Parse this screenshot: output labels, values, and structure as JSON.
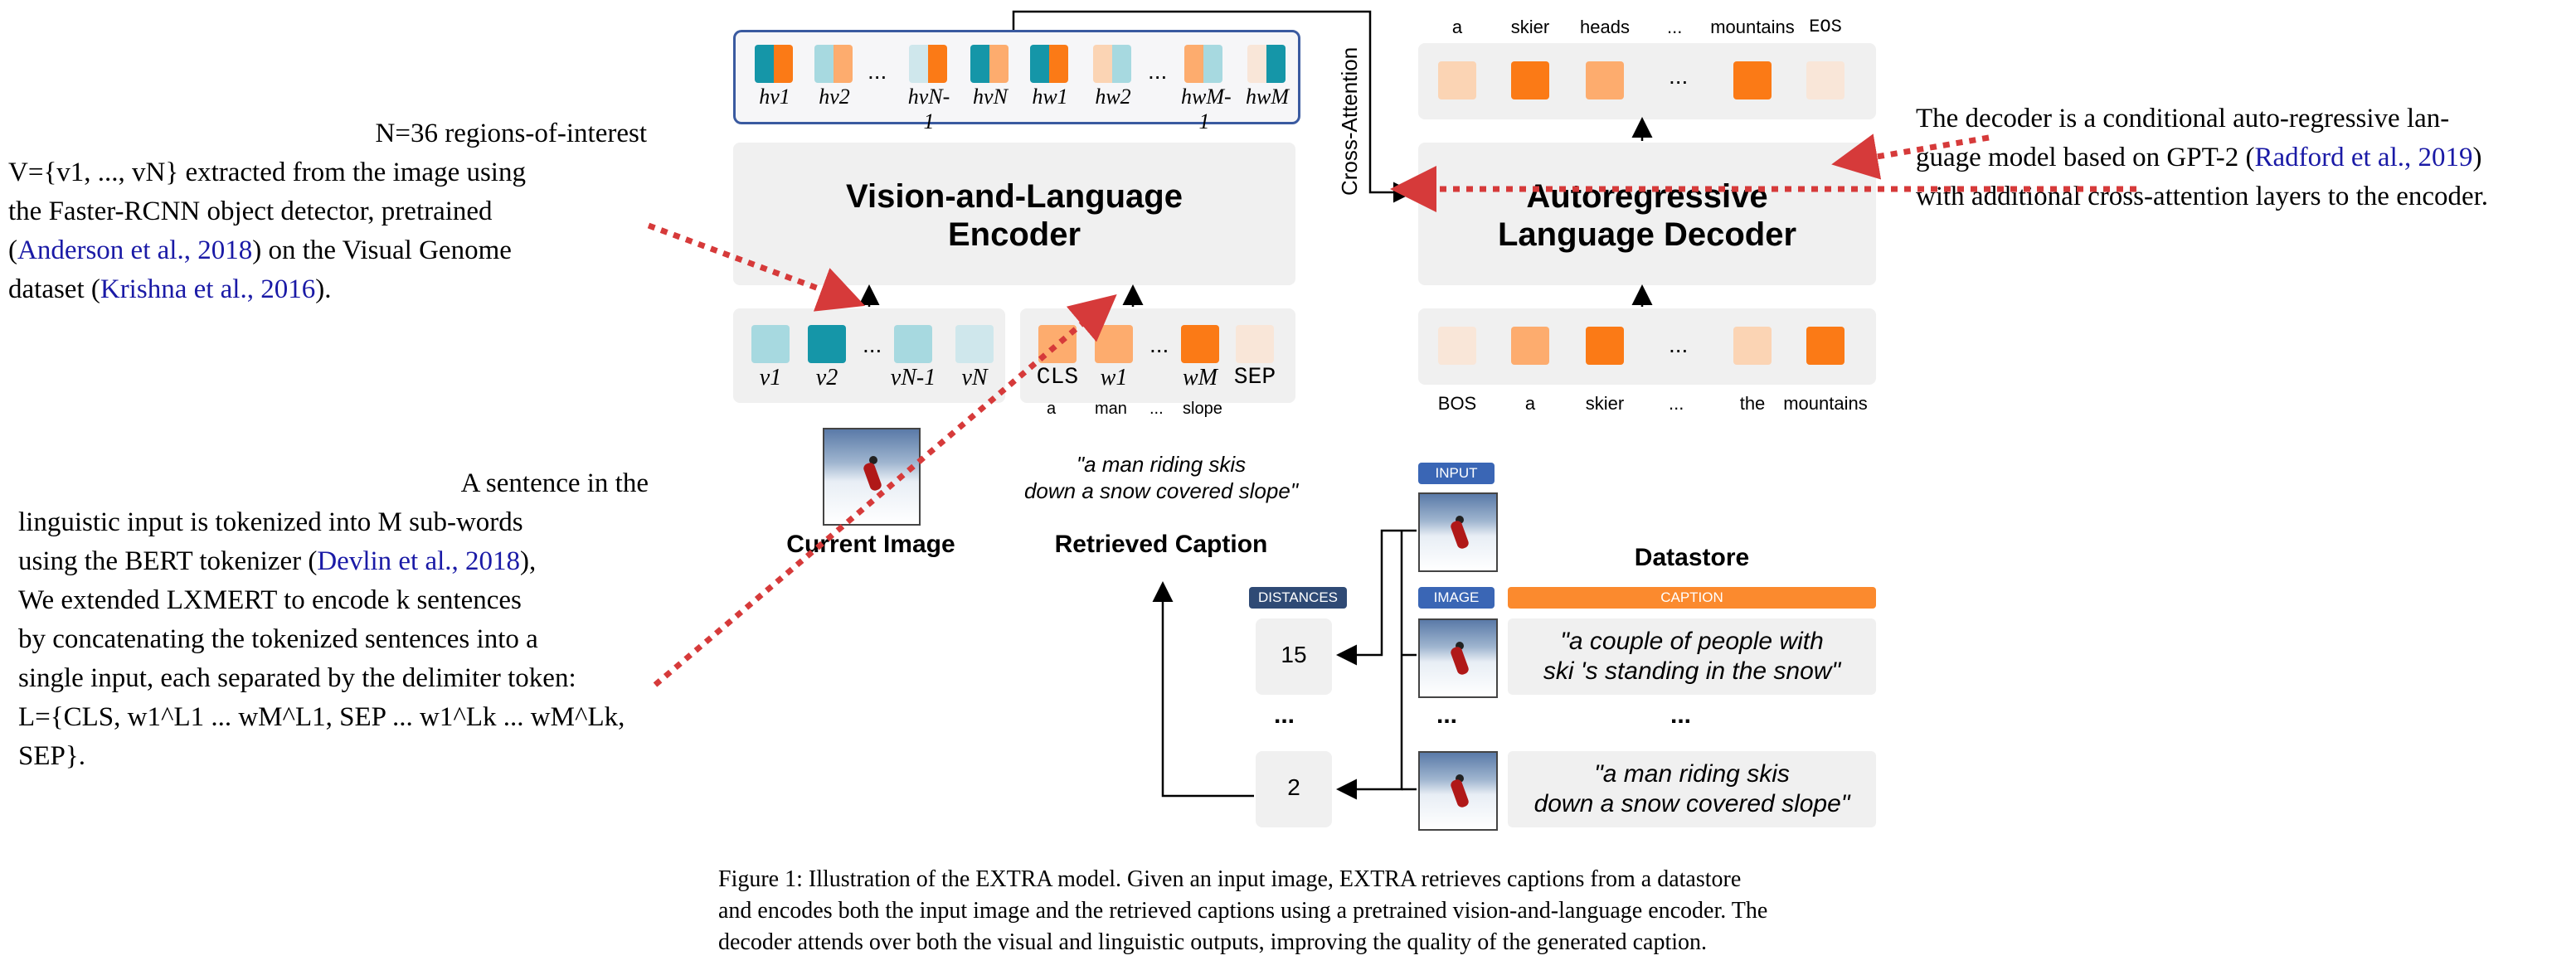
{
  "colors": {
    "teal_dark": "#1596a8",
    "teal_light": "#a7d9e0",
    "teal_pale": "#cfe7ec",
    "orange_dark": "#fb7a16",
    "orange_mid": "#fdac6e",
    "orange_light": "#fbd4b4",
    "orange_pale": "#f9e6d8",
    "encoder_blue": "#3a5aa0",
    "distances_navy": "#2f4a75",
    "arrow_red": "#d63a3a"
  },
  "encoder_box": {
    "title_line1": "Vision-and-Language",
    "title_line2": "Encoder"
  },
  "decoder_box": {
    "title_line1": "Autoregressive",
    "title_line2": "Language Decoder"
  },
  "cross_attention_label": "Cross-Attention",
  "hidden_states": [
    "h_{v1}",
    "h_{v2}",
    "...",
    "h_{vN-1}",
    "h_{vN}",
    "h_{w1}",
    "h_{w2}",
    "...",
    "h_{wM-1}",
    "h_{wM}"
  ],
  "visual_tokens": {
    "items": [
      "v1",
      "v2",
      "...",
      "vN-1",
      "vN"
    ]
  },
  "text_tokens": {
    "items": [
      "CLS",
      "w1",
      "...",
      "wM",
      "SEP"
    ],
    "words": [
      "a",
      "man",
      "...",
      "slope"
    ]
  },
  "decoder_output_words": [
    "a",
    "skier",
    "heads",
    "...",
    "mountains",
    "EOS"
  ],
  "decoder_input_words": [
    "BOS",
    "a",
    "skier",
    "...",
    "the",
    "mountains"
  ],
  "current_image_label": "Current Image",
  "retrieved_caption_label": "Retrieved Caption",
  "retrieved_caption_text_1": "\"a man riding skis",
  "retrieved_caption_text_2": "down a snow covered slope\"",
  "datastore": {
    "title": "Datastore",
    "input_pill": "INPUT",
    "image_pill": "IMAGE",
    "caption_pill": "CAPTION",
    "distances_pill": "DISTANCES",
    "rows": [
      {
        "distance": "15",
        "caption_1": "\"a couple of people with",
        "caption_2": "ski 's standing in the snow\""
      },
      {
        "distance": "2",
        "caption_1": "\"a man riding skis",
        "caption_2": "down a snow covered slope\""
      }
    ],
    "ellipsis": "..."
  },
  "notes": {
    "visual": {
      "line1": "N=36 regions-of-interest",
      "line2": "V={v1, ..., vN} extracted from the image using",
      "line3": "the Faster-RCNN object detector, pretrained",
      "line4_cite": "Anderson et al., 2018",
      "line4_rest": ") on the Visual Genome",
      "line5_pre": "dataset (",
      "line5_cite": "Krishna et al., 2016",
      "line5_post": ")."
    },
    "linguistic": {
      "line1": "A sentence in the",
      "line2": "linguistic input is tokenized into M sub-words",
      "line3_pre": "using the BERT tokenizer (",
      "line3_cite": "Devlin et al., 2018",
      "line3_post": "),",
      "line4": "We extended LXMERT to encode k sentences",
      "line5": "by concatenating the tokenized sentences into a",
      "line6": "single input, each separated by the delimiter token:",
      "line7": "L={CLS, w1^L1 ... wM^L1, SEP ... w1^Lk ... wM^Lk, SEP}."
    },
    "decoder": {
      "line1": "The decoder is a conditional auto-regressive lan-",
      "line2_pre": "guage model based on GPT-2 (",
      "line2_cite": "Radford et al., 2019",
      "line2_post": ")",
      "line3": "with additional cross-attention layers to the encoder."
    }
  },
  "caption": {
    "line1": "Figure 1: Illustration of the EXTRA model. Given an input image, EXTRA retrieves captions from a datastore",
    "line2": "and encodes both the input image and the retrieved captions using a pretrained vision-and-language encoder. The",
    "line3": "decoder attends over both the visual and linguistic outputs, improving the quality of the generated caption."
  }
}
